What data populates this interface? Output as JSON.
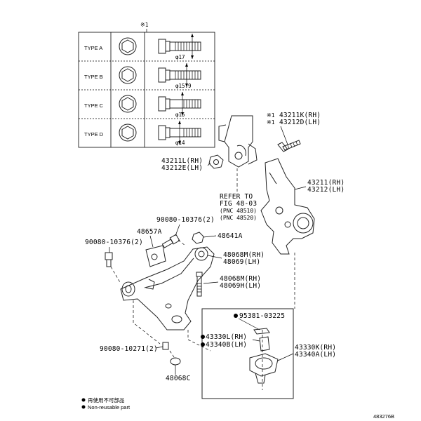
{
  "table": {
    "note": "※1",
    "rows": [
      {
        "type": "TYPE A",
        "dim": "17"
      },
      {
        "type": "TYPE B",
        "dim": "15.9"
      },
      {
        "type": "TYPE C",
        "dim": "15"
      },
      {
        "type": "TYPE D",
        "dim": "14"
      }
    ]
  },
  "callouts": {
    "c43211K": {
      "mark": "※1",
      "text": "43211K(RH)"
    },
    "c43212D": {
      "mark": "※1",
      "text": "43212D(LH)"
    },
    "c43211L": "43211L(RH)",
    "c43212E": "43212E(LH)",
    "c43211": "43211(RH)",
    "c43212": "43212(LH)",
    "refer1": "REFER TO",
    "refer2": "FIG 48-03",
    "refer3": "(PNC 48510)",
    "refer4": "(PNC 48520)",
    "c90080_10376_top": "90080-10376(2)",
    "c48657A": "48657A",
    "c48641A": "48641A",
    "c90080_10376_left": "90080-10376(2)",
    "c48068M": "48068M(RH)",
    "c48069L": "48069(LH)",
    "c48068Mb": "48068M(RH)",
    "c48069H": "48069H(LH)",
    "c95381": "95381-03225",
    "c43330L": "43330L(RH)",
    "c43340B": "43340B(LH)",
    "c43330K": "43330K(RH)",
    "c43340A": "43340A(LH)",
    "c90080_10271": "90080-10271(2)",
    "c48068C": "48068C"
  },
  "legend": {
    "line1": "再使用不可部品",
    "line2": "Non-reusable part"
  },
  "figure_code": "483276B",
  "icon_names": [
    "nut-icon",
    "bolt-icon",
    "non-reusable-dot-icon"
  ]
}
